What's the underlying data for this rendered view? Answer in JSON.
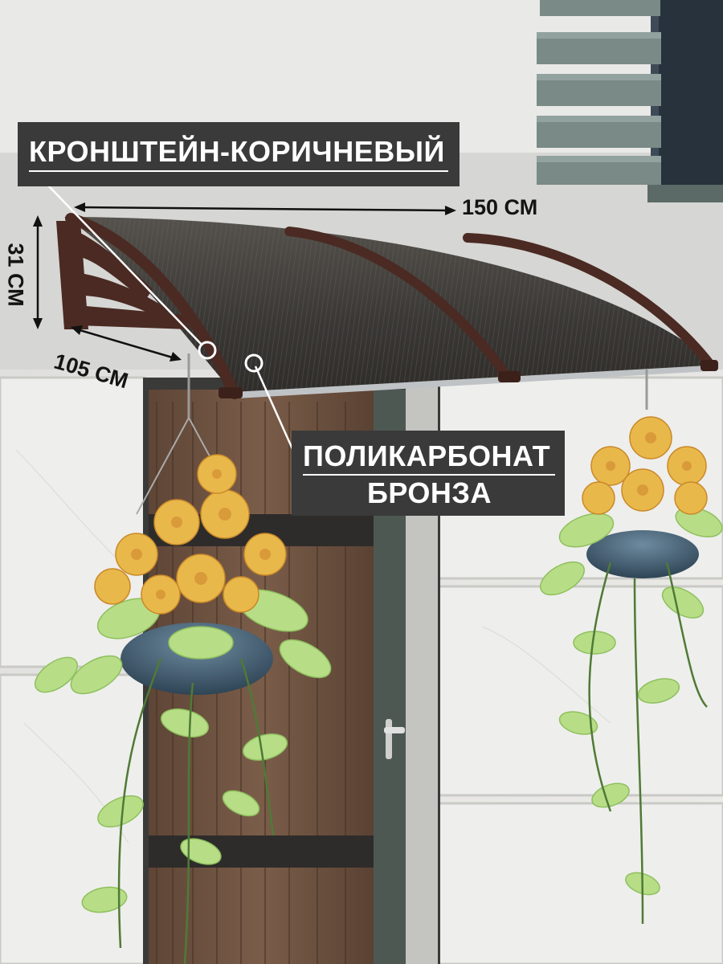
{
  "labels": {
    "bracket": "КРОНШТЕЙН-КОРИЧНЕВЫЙ",
    "polycarbonate_line1": "ПОЛИКАРБОНАТ",
    "polycarbonate_line2": "БРОНЗА"
  },
  "dimensions": {
    "width": "150 СМ",
    "depth": "105 СМ",
    "height": "31 СМ"
  },
  "colors": {
    "label_bg": "#3a3a3a",
    "bracket": "#4a2a22",
    "panel": "#3d3b37",
    "wall": "#e4e4e2",
    "door": "#6b5140",
    "flowers": "#e8b84a",
    "leaves": "#b8e08a"
  }
}
